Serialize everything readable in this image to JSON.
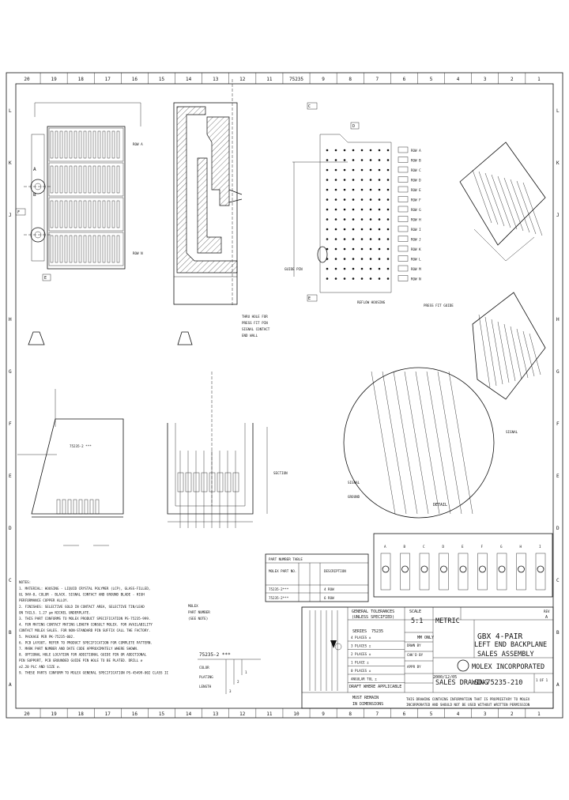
{
  "border": {
    "top_columns": [
      "20",
      "19",
      "18",
      "17",
      "16",
      "15",
      "14",
      "13",
      "12",
      "11",
      "75235",
      "9",
      "8",
      "7",
      "6",
      "5",
      "4",
      "3",
      "2",
      "1"
    ],
    "bottom_columns": [
      "20",
      "19",
      "18",
      "17",
      "16",
      "15",
      "14",
      "13",
      "12",
      "11",
      "10",
      "9",
      "8",
      "7",
      "6",
      "5",
      "4",
      "3",
      "2",
      "1"
    ],
    "rows": [
      "L",
      "K",
      "J",
      "H",
      "G",
      "F",
      "E",
      "D",
      "C",
      "B",
      "A"
    ]
  },
  "title_block": {
    "title_line1": "GBX 4-PAIR",
    "title_line2": "LEFT END BACKPLANE",
    "title_line3": "SALES ASSEMBLY",
    "company": "MOLEX INCORPORATED",
    "doc_number": "SD-75235-210",
    "doc_type": "SALES DRAWING",
    "scale_label": "SCALE",
    "scale_value": "5:1",
    "units": "METRIC",
    "mm_only": "MM ONLY",
    "general_tolerances": "GENERAL TOLERANCES",
    "unless_specified": "(UNLESS SPECIFIED)",
    "tol_rows": [
      "4 PLACES ±",
      "3 PLACES ±",
      "2 PLACES ±",
      "1 PLACE ±",
      "0 PLACES ±",
      "ANGULAR TOL ±"
    ],
    "drafted": "DRWN BY",
    "checked": "CHK'D BY",
    "approved": "APPR BY",
    "date": "2000/12/05",
    "drafting_practice": "DRAFT WHERE APPLICABLE",
    "must_remain": "MUST REMAIN",
    "dimensions_in": "IN DIMENSIONS",
    "proprietary": "THIS DRAWING CONTAINS INFORMATION THAT IS PROPRIETARY TO MOLEX",
    "proprietary2": "INCORPORATED AND SHOULD NOT BE USED WITHOUT WRITTEN PERMISSION",
    "sheet": "1 OF 1",
    "series_label": "SERIES",
    "series_value": "75235",
    "revision": "REV",
    "revision_value": "A"
  },
  "notes": {
    "heading": "NOTES:",
    "items": [
      "1. MATERIAL: HOUSING - LIQUID CRYSTAL POLYMER (LCP), GLASS-FILLED,",
      "   UL 94V-0, COLOR - BLACK. SIGNAL CONTACT AND GROUND BLADE - HIGH",
      "   PERFORMANCE COPPER ALLOY.",
      "2. FINISHES: SELECTIVE GOLD IN CONTACT AREA, SELECTIVE TIN/LEAD",
      "   ON TAILS. 1.27 μm NICKEL UNDERPLATE.",
      "3. THIS PART CONFORMS TO MOLEX PRODUCT SPECIFICATION PS-75235-999.",
      "4. FOR MATING CONTACT MATING LENGTH CONSULT MOLEX. FOR AVAILABILITY",
      "   CONTACT MOLEX SALES. FOR NON-STANDARD PIN SUFFIX CALL THE FACTORY.",
      "5. PACKAGE PER PK-75235-002.",
      "6. PCB LAYOUT, REFER TO PRODUCT SPECIFICATION FOR COMPLETE PATTERN.",
      "7. MARK PART NUMBER AND DATE CODE APPROXIMATELY WHERE SHOWN.",
      "8. OPTIONAL HOLE LOCATION FOR ADDITIONAL GUIDE PIN OR ADDITIONAL",
      "   PIN SUPPORT, PCB GROUNDED GUIDE PIN HOLE TO BE PLATED. DRILL ⌀",
      "   ⌀2.20 PLC AND SIZE ⌀.",
      "9. THESE PARTS CONFORM TO MOLEX GENERAL SPECIFICATION PS-45499-002 CLASS II"
    ]
  },
  "part_table": {
    "header": "PART NUMBER TABLE",
    "col1": "MOLEX PART NO.",
    "col2": "DESCRIPTION",
    "rows": [
      [
        "75235-2***",
        "4 ROW"
      ],
      [
        "75235-2***",
        "6 ROW"
      ]
    ]
  },
  "part_number_callout": {
    "heading1": "MOLEX",
    "heading2": "PART NUMBER",
    "heading3": "(SEE NOTE)",
    "number": "75235-2 ***",
    "options": [
      "COLOR",
      "PLATING",
      "LENGTH"
    ],
    "values": [
      "1",
      "2",
      "3"
    ]
  },
  "labels": {
    "section": "SECTION",
    "detail": "DETAIL",
    "signal": "SIGNAL",
    "ground": "GROUND",
    "guide_pin": "GUIDE PIN",
    "datum_a": "A",
    "datum_b": "B",
    "datum_c": "C",
    "datum_d": "D",
    "datum_e": "E",
    "datum_f": "F",
    "pin_labels": [
      "ROW A",
      "ROW B",
      "ROW C",
      "ROW D",
      "ROW E",
      "ROW F",
      "ROW G",
      "ROW H",
      "ROW I",
      "ROW J",
      "ROW K",
      "ROW L",
      "ROW M",
      "ROW N"
    ],
    "note_thru": "THRU HOLE FOR",
    "note_press": "PRESS FIT PIN",
    "note_signal": "SIGNAL CONTACT",
    "note_end_wall": "END WALL",
    "note_reflow": "REFLOW HOUSING",
    "note_press_guide": "PRESS FIT GUIDE",
    "detail_labels": [
      "A",
      "B",
      "C",
      "D",
      "E",
      "F",
      "G",
      "H",
      "I"
    ]
  }
}
